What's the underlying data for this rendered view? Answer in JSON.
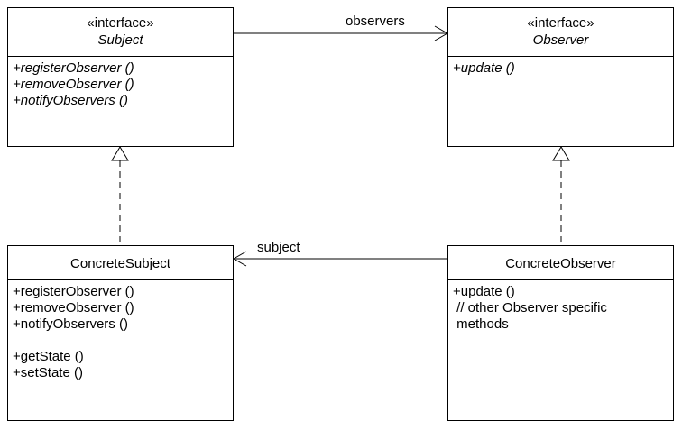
{
  "diagram": {
    "classes": {
      "subject": {
        "stereotype": "«interface»",
        "name": "Subject",
        "operations": [
          "+registerObserver ()",
          "+removeObserver ()",
          "+notifyObservers ()"
        ]
      },
      "observer": {
        "stereotype": "«interface»",
        "name": "Observer",
        "operations": [
          "+update ()"
        ]
      },
      "concrete_subject": {
        "name": "ConcreteSubject",
        "operations": [
          "+registerObserver ()",
          "+removeObserver ()",
          "+notifyObservers ()",
          "",
          "+getState ()",
          "+setState ()"
        ]
      },
      "concrete_observer": {
        "name": "ConcreteObserver",
        "operations": [
          "+update ()",
          " // other Observer specific",
          " methods"
        ]
      }
    },
    "associations": {
      "observers_label": "observers",
      "subject_label": "subject"
    }
  }
}
